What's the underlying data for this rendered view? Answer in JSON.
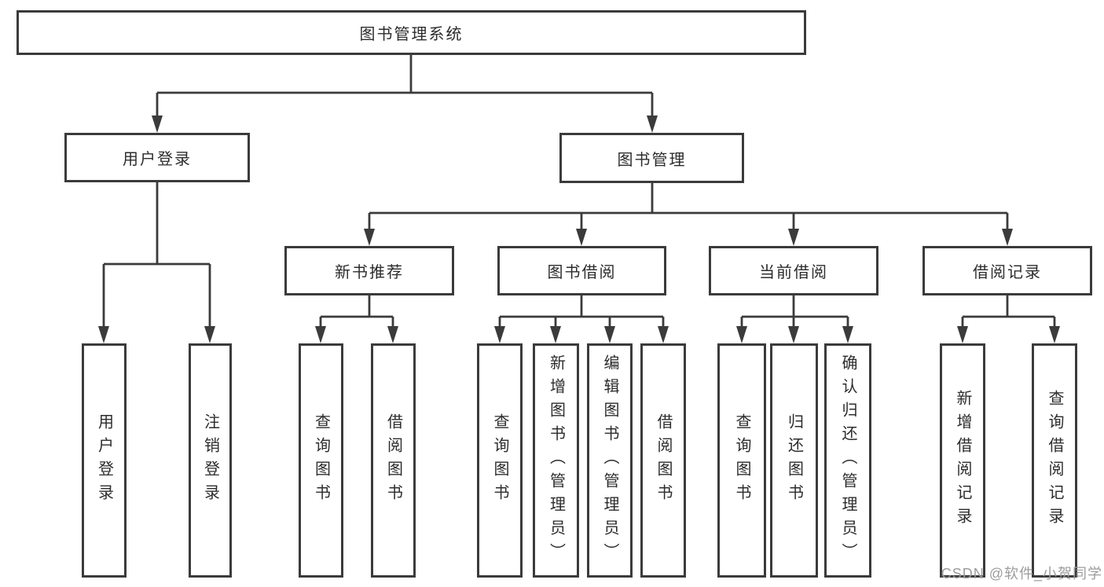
{
  "tree": {
    "root": {
      "label": "图书管理系统",
      "children": [
        {
          "label": "用户登录",
          "children": [
            {
              "label": "用户登录"
            },
            {
              "label": "注销登录"
            }
          ]
        },
        {
          "label": "图书管理",
          "children": [
            {
              "label": "新书推荐",
              "children": [
                {
                  "label": "查询图书"
                },
                {
                  "label": "借阅图书"
                }
              ]
            },
            {
              "label": "图书借阅",
              "children": [
                {
                  "label": "查询图书"
                },
                {
                  "label": "新增图书（管理员）"
                },
                {
                  "label": "编辑图书（管理员）"
                },
                {
                  "label": "借阅图书"
                }
              ]
            },
            {
              "label": "当前借阅",
              "children": [
                {
                  "label": "查询图书"
                },
                {
                  "label": "归还图书"
                },
                {
                  "label": "确认归还（管理员）"
                }
              ]
            },
            {
              "label": "借阅记录",
              "children": [
                {
                  "label": "新增借阅记录"
                },
                {
                  "label": "查询借阅记录"
                }
              ]
            }
          ]
        }
      ]
    }
  },
  "watermark": {
    "text": "CSDN @软件_小贺同学"
  },
  "colors": {
    "line": "#3b3b3b",
    "text": "#2c2c2c",
    "background": "#ffffff",
    "watermark": "#9c9c9c"
  }
}
